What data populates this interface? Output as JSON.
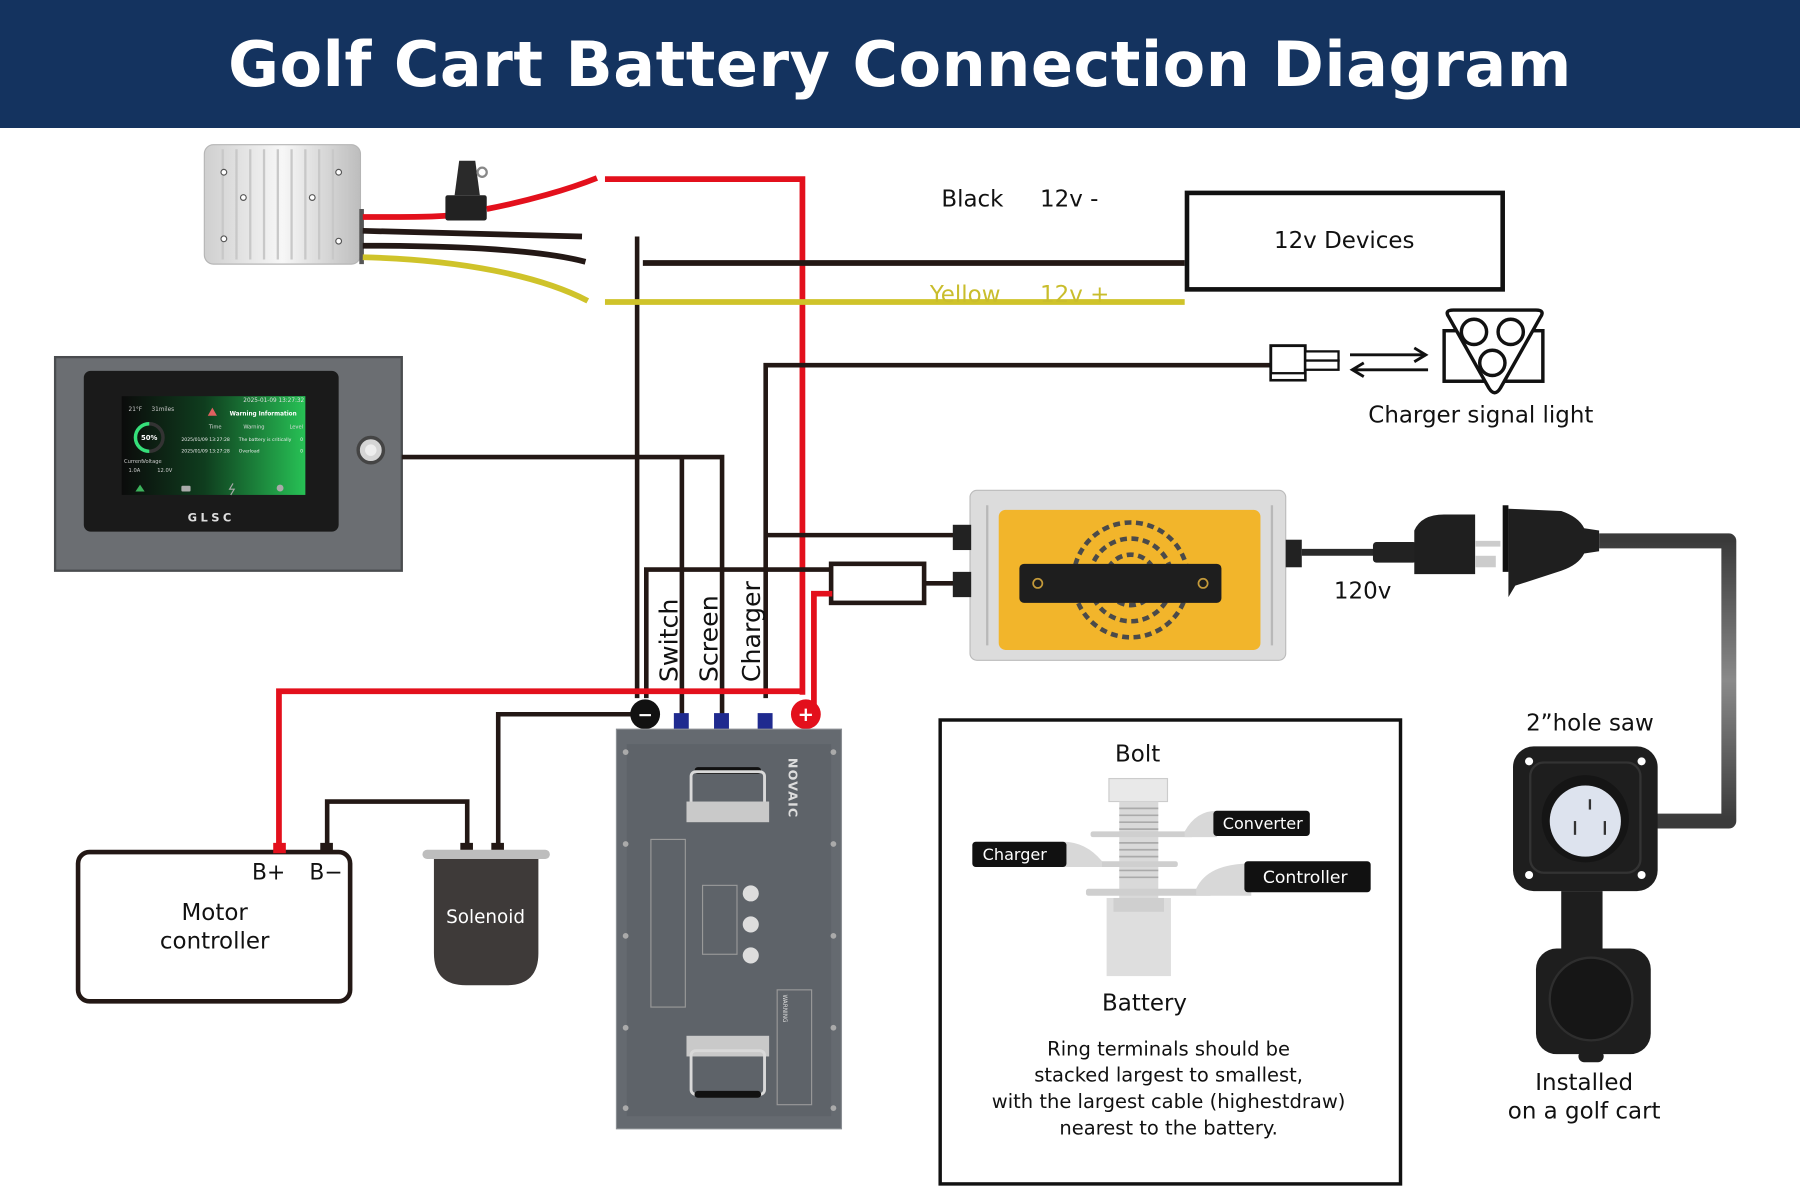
{
  "title": "Golf Cart Battery Connection Diagram",
  "colors": {
    "header_bg": "#14335f",
    "wire_red": "#e3101c",
    "wire_black": "#231815",
    "wire_yellow": "#cfc32a",
    "signal_blue": "#1f2a8f",
    "charger_yellow": "#f2b52b",
    "cable_gray": "#5a5a5a"
  },
  "converter": {
    "wires": {
      "black_label": "Black",
      "black_voltage": "12v -",
      "yellow_label": "Yellow",
      "yellow_voltage": "12v +"
    }
  },
  "devices_12v": {
    "label": "12v Devices"
  },
  "charger_signal": {
    "label": "Charger signal light"
  },
  "screen": {
    "brand": "GLSC",
    "datetime": "2025-01-09 13:27:32",
    "temperature": "21°F",
    "range": "31miles",
    "soc": "50%",
    "current_label": "Current",
    "current_value": "1.0A",
    "voltage_label": "Voltage",
    "voltage_value": "12.0V",
    "warning_title": "Warning Information",
    "table_headers": [
      "Time",
      "Warning",
      "Level"
    ],
    "rows": [
      {
        "time": "2025/01/09 13:27:28",
        "warning": "The battery is critically",
        "level": "0"
      },
      {
        "time": "2025/01/09 13:27:28",
        "warning": "Overload",
        "level": "0"
      }
    ]
  },
  "battery_leads": {
    "labels": [
      "Switch",
      "Screen",
      "Charger"
    ],
    "negative_symbol": "−",
    "positive_symbol": "+"
  },
  "battery": {
    "brand": "NOVAIC",
    "warning_label": "WARNING"
  },
  "charger": {
    "input_voltage": "120v"
  },
  "inlet": {
    "label_top": "2”hole saw",
    "label_bottom_line1": "Installed",
    "label_bottom_line2": "on a golf cart"
  },
  "motor_controller": {
    "b_plus": "B+",
    "b_minus": "B−",
    "line1": "Motor",
    "line2": "controller"
  },
  "solenoid": {
    "label": "Solenoid"
  },
  "stack_panel": {
    "bolt_label": "Bolt",
    "battery_label": "Battery",
    "tags": {
      "converter": "Converter",
      "charger": "Charger",
      "controller": "Controller"
    },
    "note_lines": [
      "Ring terminals should be",
      "stacked largest to smallest,",
      "with the largest cable (highestdraw)",
      "nearest to the battery."
    ]
  }
}
